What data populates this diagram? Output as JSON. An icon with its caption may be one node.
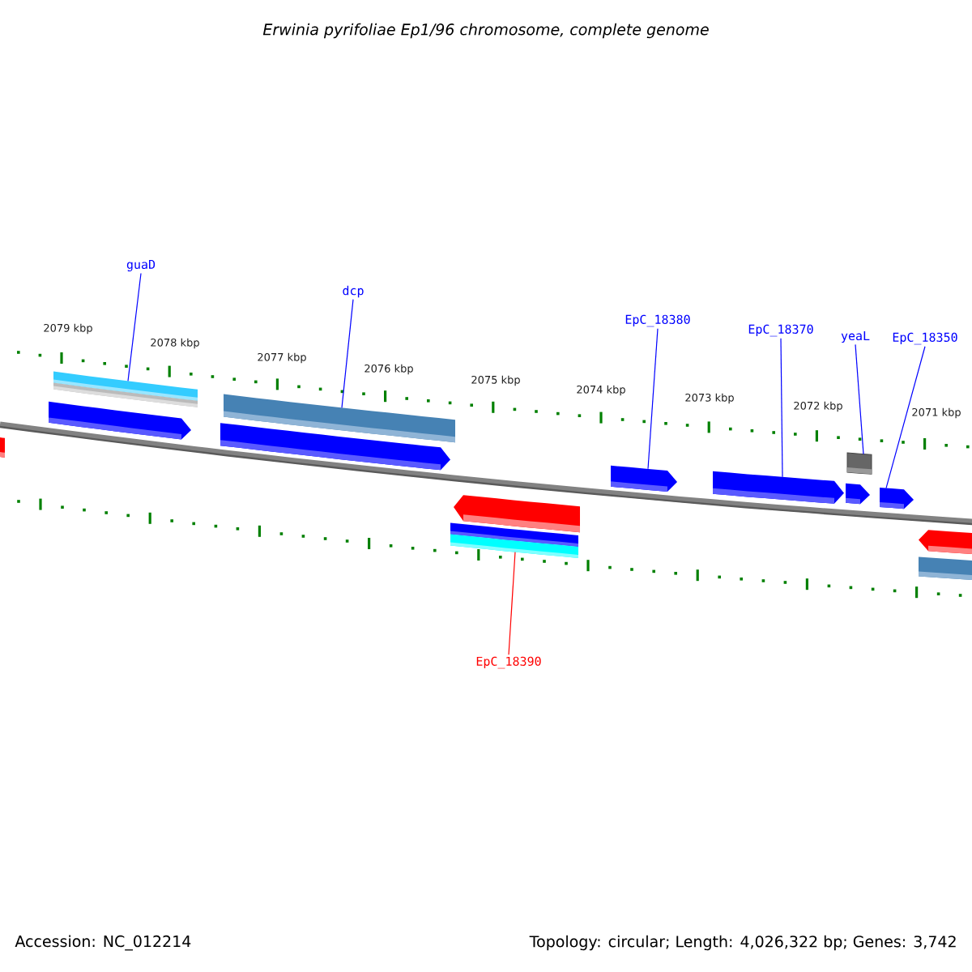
{
  "diagram": {
    "title": "Erwinia pyrifoliae Ep1/96 chromosome, complete genome",
    "nodes": [
      {
        "text": [
          "guaD"
        ]
      },
      {
        "text": [
          "dcp"
        ]
      },
      {
        "text": [
          "EpC_18380"
        ]
      },
      {
        "text": [
          "EpC_18370"
        ]
      },
      {
        "text": [
          "yeaL"
        ]
      },
      {
        "text": [
          "EpC_18350"
        ]
      },
      {
        "text": [
          "EpC_18390"
        ]
      },
      {
        "text": [],
        "shape": "bar"
      },
      {
        "text": [],
        "shape": "bar"
      },
      {
        "text": [],
        "shape": "bar"
      },
      {
        "text": [],
        "shape": "arrow"
      },
      {
        "text": [],
        "shape": "bar"
      },
      {
        "text": [],
        "shape": "arrow"
      },
      {
        "text": [],
        "shape": "arrow"
      },
      {
        "text": [],
        "shape": "bar"
      },
      {
        "text": [],
        "shape": "bar"
      },
      {
        "text": [],
        "shape": "arrow"
      },
      {
        "text": [],
        "shape": "arrow"
      },
      {
        "text": [],
        "shape": "box"
      },
      {
        "text": [],
        "shape": "arrow"
      },
      {
        "text": [],
        "shape": "arrow"
      },
      {
        "text": [],
        "shape": "arrow"
      },
      {
        "text": [],
        "shape": "bar"
      }
    ],
    "edges": [
      {
        "from": 0,
        "to": 8,
        "arrow": "none"
      },
      {
        "from": 1,
        "to": 11,
        "arrow": "none"
      },
      {
        "from": 2,
        "to": 16,
        "arrow": "none"
      },
      {
        "from": 3,
        "to": 17,
        "arrow": "none"
      },
      {
        "from": 4,
        "to": 18,
        "arrow": "none"
      },
      {
        "from": 5,
        "to": 20,
        "arrow": "none"
      },
      {
        "from": 6,
        "to": 15,
        "arrow": "none",
        "color": "#ff0000"
      }
    ],
    "labels": [
      "2079 kbp",
      "2078 kbp",
      "2077 kbp",
      "2076 kbp",
      "2075 kbp",
      "2074 kbp",
      "2073 kbp",
      "2072 kbp",
      "2071 kbp",
      "Accession: NC_012214",
      "Topology: circular; Length: 4,026,322 bp; Genes: 3,742"
    ]
  }
}
